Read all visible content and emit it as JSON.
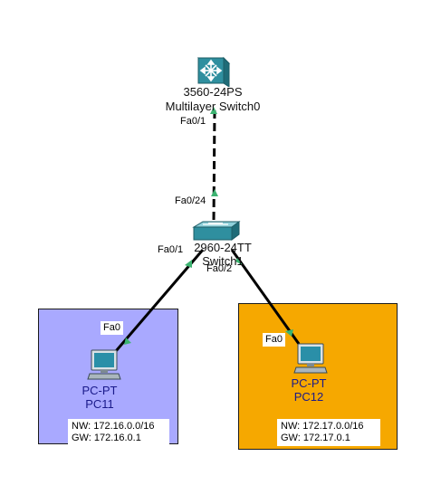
{
  "devices": {
    "multilayer_switch": {
      "model": "3560-24PS",
      "name": "Multilayer Switch0",
      "color": "#2f8f9f"
    },
    "switch": {
      "model": "2960-24TT",
      "name": "Switch1",
      "color": "#2f8f9f"
    },
    "pc11": {
      "model": "PC-PT",
      "name": "PC11"
    },
    "pc12": {
      "model": "PC-PT",
      "name": "PC12"
    }
  },
  "ports": {
    "mls_fa0_1": "Fa0/1",
    "sw_fa0_24": "Fa0/24",
    "sw_fa0_1": "Fa0/1",
    "sw_fa0_2": "Fa0/2",
    "pc11_fa0": "Fa0",
    "pc12_fa0": "Fa0"
  },
  "zones": {
    "left": {
      "color": "#a9a9ff",
      "nw": "NW: 172.16.0.0/16",
      "gw": "GW: 172.16.0.1"
    },
    "right": {
      "color": "#f6a800",
      "nw": "NW: 172.17.0.0/16",
      "gw": "GW: 172.17.0.1"
    }
  },
  "link_status_color": "#3cb371"
}
